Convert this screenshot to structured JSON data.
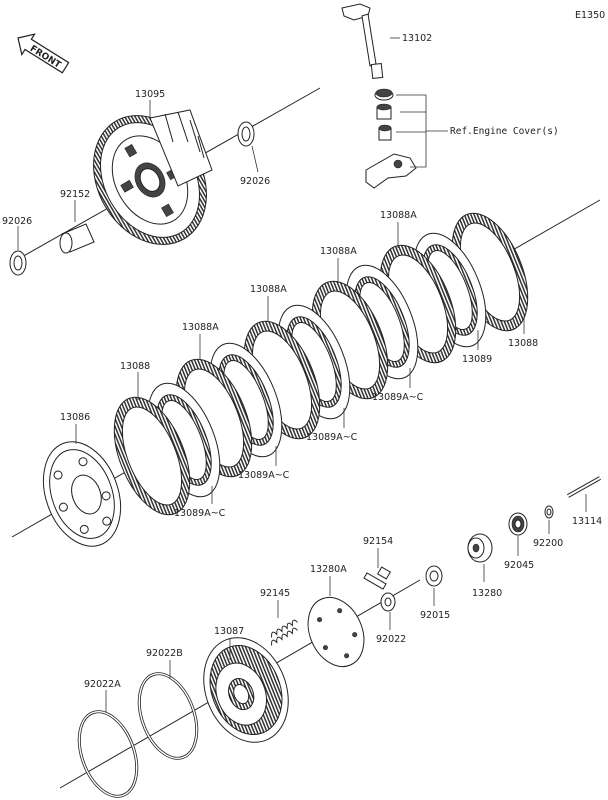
{
  "code": "E1350",
  "front_label": "FRONT",
  "reference": "Ref.Engine Cover(s)",
  "parts": {
    "p13102": "13102",
    "p13095": "13095",
    "p92026a": "92026",
    "p92026b": "92026",
    "p92152": "92152",
    "p13088A_1": "13088A",
    "p13088A_2": "13088A",
    "p13088A_3": "13088A",
    "p13088A_4": "13088A",
    "p13088_1": "13088",
    "p13088_2": "13088",
    "p13089": "13089",
    "p13089AC_1": "13089A~C",
    "p13089AC_2": "13089A~C",
    "p13089AC_3": "13089A~C",
    "p13089AC_4": "13089A~C",
    "p13086": "13086",
    "p13114": "13114",
    "p92200": "92200",
    "p92045": "92045",
    "p13280": "13280",
    "p92015": "92015",
    "p92154": "92154",
    "p13280A": "13280A",
    "p92022": "92022",
    "p92145": "92145",
    "p13087": "13087",
    "p92022B": "92022B",
    "p92022A": "92022A"
  }
}
